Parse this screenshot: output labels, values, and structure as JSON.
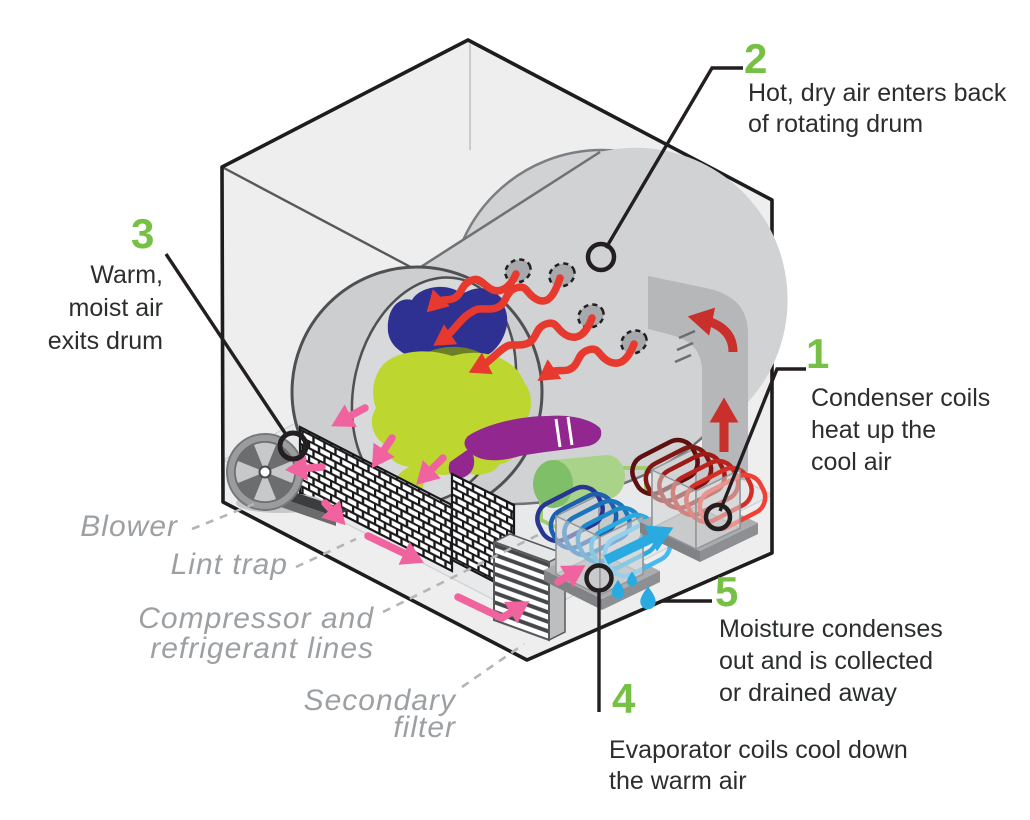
{
  "figure": {
    "description": "Cutaway diagram of a heat pump clothes dryer showing airflow path"
  },
  "callouts": [
    {
      "num": "1",
      "lines": [
        "Condenser coils",
        "heat up the",
        "cool air"
      ]
    },
    {
      "num": "2",
      "lines": [
        "Hot, dry air enters back",
        "of rotating drum"
      ]
    },
    {
      "num": "3",
      "lines": [
        "Warm,",
        "moist air",
        "exits drum"
      ]
    },
    {
      "num": "4",
      "lines": [
        "Evaporator coils cool down",
        "the warm air"
      ]
    },
    {
      "num": "5",
      "lines": [
        "Moisture condenses",
        "out and is collected",
        "or drained away"
      ]
    }
  ],
  "component_labels": [
    {
      "lines": [
        "Blower"
      ]
    },
    {
      "lines": [
        "Lint trap"
      ]
    },
    {
      "lines": [
        "Compressor and",
        "refrigerant lines"
      ]
    },
    {
      "lines": [
        "Secondary",
        "filter"
      ]
    }
  ],
  "colors": {
    "callout_number": "#76c044",
    "callout_text": "#2b2d2e",
    "component_label": "#9da0a3",
    "leader_line": "#231f20",
    "hot_air_arrow": "#e8392f",
    "duct_air_arrow": "#c9302c",
    "moist_air_arrow": "#f0639e",
    "cooled_air_arrow": "#29abe2",
    "water_droplet": "#29abe2",
    "refrigerant_line": "#9fce6a",
    "compressor_body": "#a9d388",
    "cabinet_fill": "#eeeeef",
    "drum_fill": "#d0d2d4",
    "clothes_blue": "#2e3192",
    "clothes_green": "#bdd630",
    "clothes_purple": "#92278f"
  }
}
